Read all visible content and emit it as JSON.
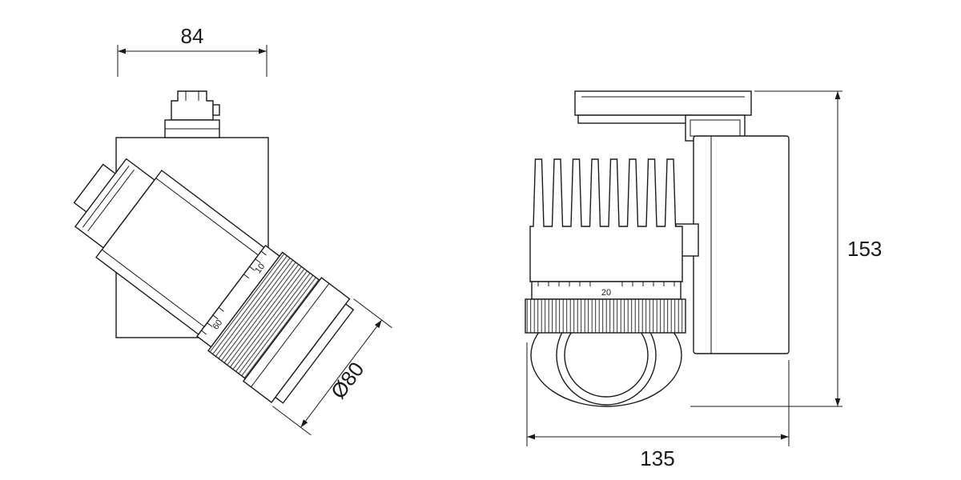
{
  "dimensions": {
    "body_width": "84",
    "lens_diameter": "Ø80",
    "overall_height": "153",
    "overall_depth": "135"
  },
  "focus_ring_marks": {
    "left_view_upper": "10",
    "left_view_lower": "60",
    "front_view": "20"
  },
  "colors": {
    "line": "#1a1a1a",
    "background": "#ffffff"
  }
}
